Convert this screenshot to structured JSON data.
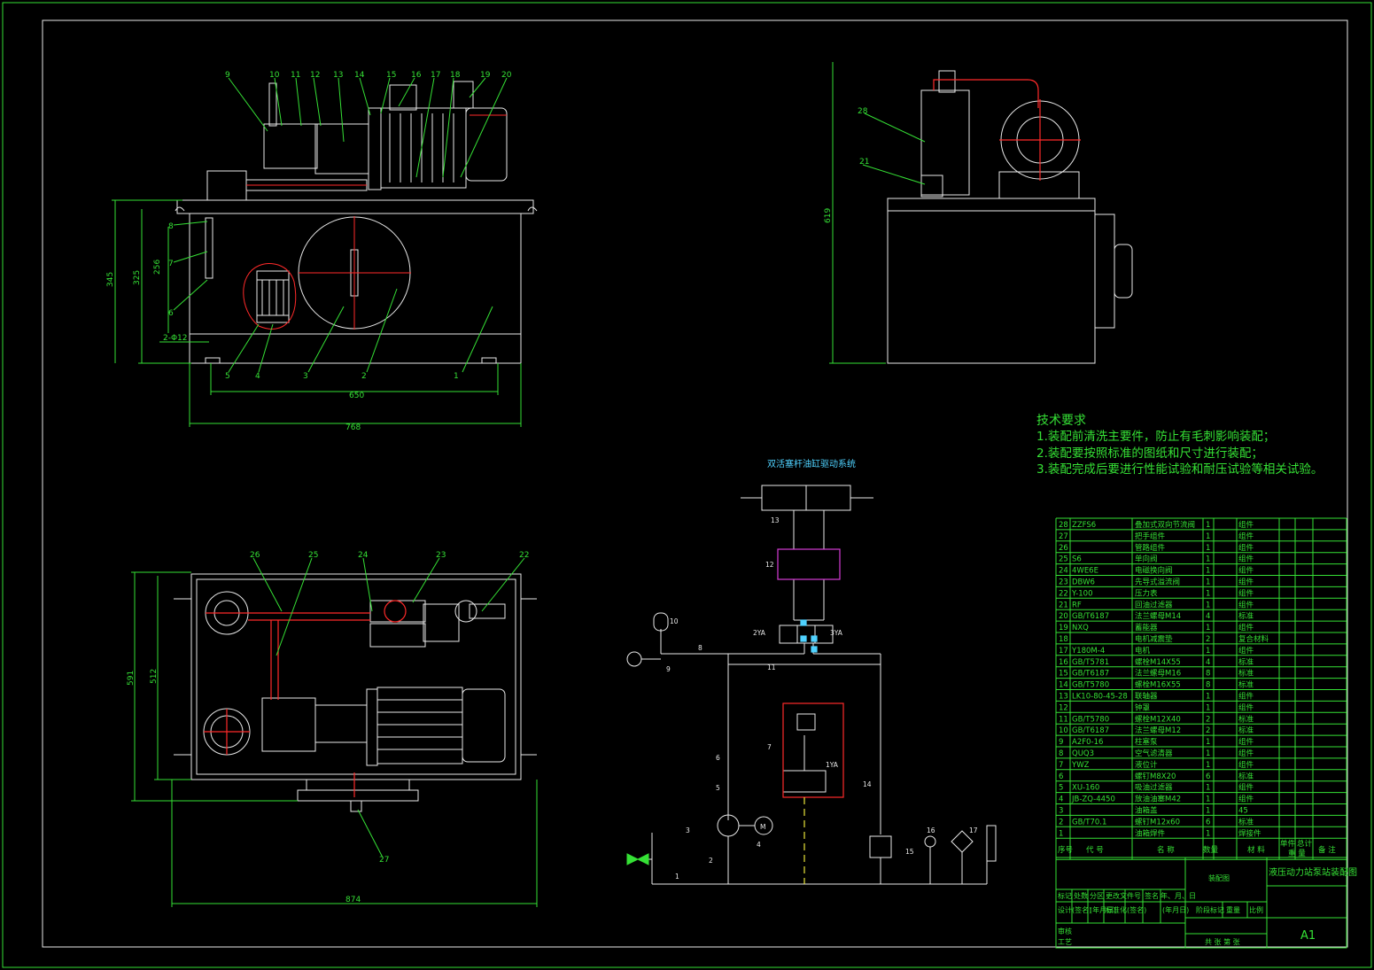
{
  "technical_requirements": {
    "heading": "技术要求",
    "items": [
      "1.装配前清洗主要件，防止有毛刺影响装配；",
      "2.装配要按照标准的图纸和尺寸进行装配；",
      "3.装配完成后要进行性能试验和耐压试验等相关试验。"
    ]
  },
  "front_view": {
    "callouts": [
      "9",
      "10",
      "11",
      "12",
      "13",
      "14",
      "15",
      "16",
      "17",
      "18",
      "19",
      "20",
      "1",
      "2",
      "3",
      "4",
      "5",
      "6",
      "7",
      "8"
    ],
    "dimensions": {
      "total_h": "345",
      "h2": "325",
      "h3": "256",
      "w_inner": "650",
      "w_total": "768",
      "holes": "2-Φ12"
    }
  },
  "side_view": {
    "callouts": [
      "28",
      "21"
    ],
    "dimensions": {
      "height": "619"
    }
  },
  "top_view": {
    "callouts": [
      "26",
      "25",
      "24",
      "23",
      "22",
      "27"
    ],
    "dimensions": {
      "depth": "591",
      "depth2": "512",
      "width": "874"
    }
  },
  "schematic": {
    "title": "双活塞杆油缸驱动系统",
    "labels": {
      "n13": "13",
      "n12": "12",
      "n10": "10",
      "n9": "9",
      "n8": "8",
      "n11": "11",
      "sol_left": "2YA",
      "sol_right": "3YA",
      "n7": "7",
      "sol_1": "1YA",
      "n6": "6",
      "n5": "5",
      "n3": "3",
      "n4": "4",
      "motor": "M",
      "n2": "2",
      "n1": "1",
      "n14": "14",
      "n15": "15",
      "n16": "16",
      "n17": "17"
    }
  },
  "bom": {
    "rows": [
      {
        "no": "28",
        "code": "ZZFS6",
        "name": "叠加式双向节流阀",
        "qty": "1",
        "mat": "组件"
      },
      {
        "no": "27",
        "code": "",
        "name": "把手组件",
        "qty": "1",
        "mat": "组件"
      },
      {
        "no": "26",
        "code": "",
        "name": "管路组件",
        "qty": "1",
        "mat": "组件"
      },
      {
        "no": "25",
        "code": "S6",
        "name": "单向阀",
        "qty": "1",
        "mat": "组件"
      },
      {
        "no": "24",
        "code": "4WE6E",
        "name": "电磁换向阀",
        "qty": "1",
        "mat": "组件"
      },
      {
        "no": "23",
        "code": "DBW6",
        "name": "先导式溢流阀",
        "qty": "1",
        "mat": "组件"
      },
      {
        "no": "22",
        "code": "Y-100",
        "name": "压力表",
        "qty": "1",
        "mat": "组件"
      },
      {
        "no": "21",
        "code": "RF",
        "name": "回油过滤器",
        "qty": "1",
        "mat": "组件"
      },
      {
        "no": "20",
        "code": "GB/T6187",
        "name": "法兰螺母M14",
        "qty": "4",
        "mat": "标准"
      },
      {
        "no": "19",
        "code": "NXQ",
        "name": "蓄能器",
        "qty": "1",
        "mat": "组件"
      },
      {
        "no": "18",
        "code": "",
        "name": "电机减震垫",
        "qty": "2",
        "mat": "复合材料"
      },
      {
        "no": "17",
        "code": "Y180M-4",
        "name": "电机",
        "qty": "1",
        "mat": "组件"
      },
      {
        "no": "16",
        "code": "GB/T5781",
        "name": "螺栓M14X55",
        "qty": "4",
        "mat": "标准"
      },
      {
        "no": "15",
        "code": "GB/T6187",
        "name": "法兰螺母M16",
        "qty": "8",
        "mat": "标准"
      },
      {
        "no": "14",
        "code": "GB/T5780",
        "name": "螺栓M16X55",
        "qty": "8",
        "mat": "标准"
      },
      {
        "no": "13",
        "code": "LK10-80-45-28",
        "name": "联轴器",
        "qty": "1",
        "mat": "组件"
      },
      {
        "no": "12",
        "code": "",
        "name": "钟罩",
        "qty": "1",
        "mat": "组件"
      },
      {
        "no": "11",
        "code": "GB/T5780",
        "name": "螺栓M12X40",
        "qty": "2",
        "mat": "标准"
      },
      {
        "no": "10",
        "code": "GB/T6187",
        "name": "法兰螺母M12",
        "qty": "2",
        "mat": "标准"
      },
      {
        "no": "9",
        "code": "A2F0-16",
        "name": "柱塞泵",
        "qty": "1",
        "mat": "组件"
      },
      {
        "no": "8",
        "code": "QUQ3",
        "name": "空气滤清器",
        "qty": "1",
        "mat": "组件"
      },
      {
        "no": "7",
        "code": "YWZ",
        "name": "液位计",
        "qty": "1",
        "mat": "组件"
      },
      {
        "no": "6",
        "code": "",
        "name": "螺钉M8X20",
        "qty": "6",
        "mat": "标准"
      },
      {
        "no": "5",
        "code": "XU-160",
        "name": "吸油过滤器",
        "qty": "1",
        "mat": "组件"
      },
      {
        "no": "4",
        "code": "JB-ZQ-4450",
        "name": "放油油塞M42",
        "qty": "1",
        "mat": "组件"
      },
      {
        "no": "3",
        "code": "",
        "name": "油箱盖",
        "qty": "1",
        "mat": "45"
      },
      {
        "no": "2",
        "code": "GB/T70.1",
        "name": "螺钉M12x60",
        "qty": "6",
        "mat": "标准"
      },
      {
        "no": "1",
        "code": "",
        "name": "油箱焊件",
        "qty": "1",
        "mat": "焊接件"
      }
    ],
    "header": {
      "no": "序号",
      "code": "代 号",
      "name": "名 称",
      "qty": "数量",
      "mat": "材 料",
      "unit": "单件",
      "total": "总计",
      "weight": "重 量",
      "remark": "备 注"
    }
  },
  "title_block": {
    "drawing_title": "液压动力站泵站装配图",
    "sheet_size": "A1",
    "scheme_label": "装配图",
    "row_marks": [
      "标记",
      "处数",
      "分区",
      "更改文件号",
      "签名",
      "年、月、日"
    ],
    "row_design": [
      "设计",
      "(签名)",
      "(年月日)",
      "标准化",
      "(签名)",
      "(年月日)"
    ],
    "stage_label": "阶段标记",
    "weight_label": "重量",
    "scale_label": "比例",
    "check_label": "审核",
    "process_label": "工艺",
    "sheets_label": "共 张 第 张"
  },
  "colors": {
    "frame": "#35e035",
    "line": "#e8e8e8",
    "dim": "#35e035",
    "red": "#ff2a2a",
    "cyan": "#4fd2ff",
    "magenta": "#d63cd6",
    "yellow": "#e8e43a"
  }
}
